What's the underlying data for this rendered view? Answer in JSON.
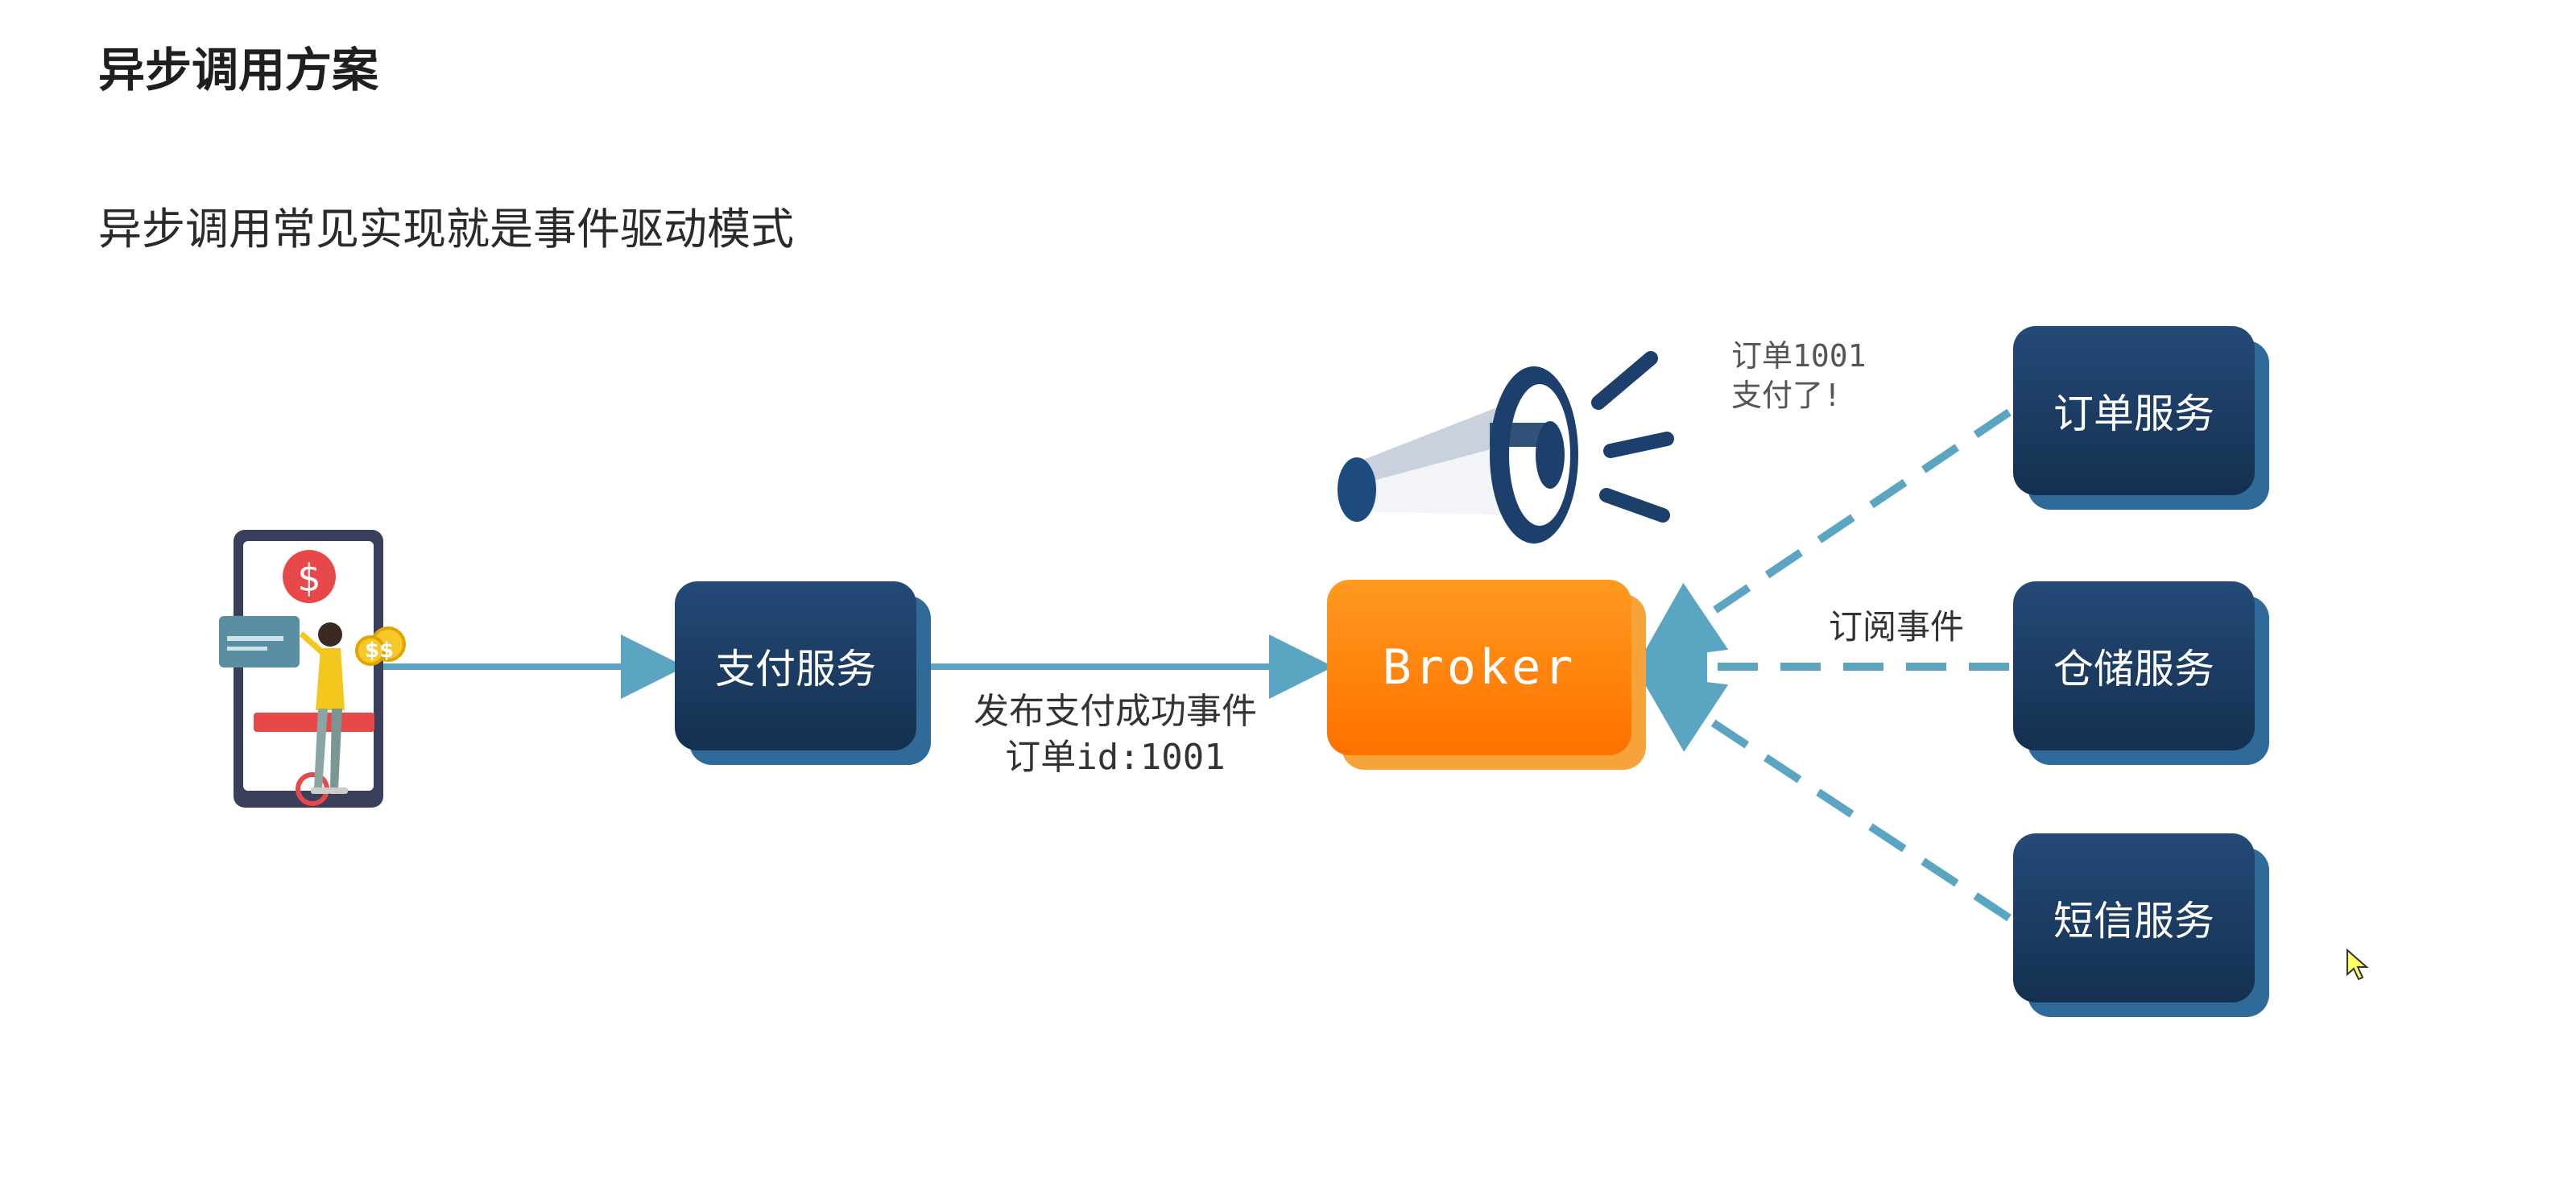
{
  "header": {
    "title": "异步调用方案",
    "subtitle": "异步调用常见实现就是事件驱动模式"
  },
  "nodes": {
    "payment": "支付服务",
    "broker": "Broker",
    "order": "订单服务",
    "storage": "仓储服务",
    "sms": "短信服务"
  },
  "edges": {
    "publish_line1": "发布支付成功事件",
    "publish_line2": "订单id:1001",
    "subscribe": "订阅事件"
  },
  "announcement": {
    "line1": "订单1001",
    "line2": "支付了!"
  },
  "icons": {
    "phone": "$",
    "coins": "$$"
  },
  "colors": {
    "service_dark": "#1b3a5e",
    "broker_orange": "#ff7a00",
    "arrow_teal": "#5aa6c2",
    "megaphone_blue": "#1d3f6c"
  }
}
